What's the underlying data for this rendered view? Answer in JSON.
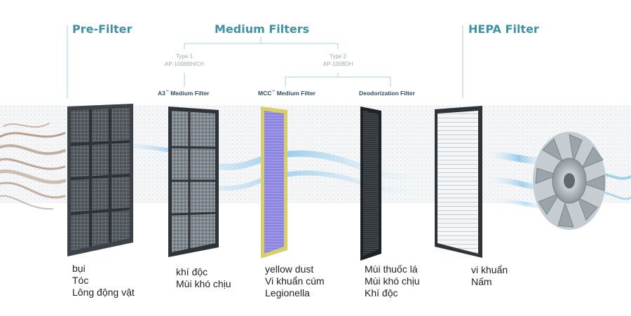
{
  "headers": {
    "pre_filter": "Pre-Filter",
    "medium_filters": "Medium Filters",
    "hepa_filter": "HEPA Filter"
  },
  "types": {
    "type1": {
      "label": "Type 1",
      "model": "AP-1008BH/CH"
    },
    "type2": {
      "label": "Type 2",
      "model": "AP-1008DH"
    }
  },
  "subfilters": {
    "a3": {
      "name": "A3",
      "tm": "™",
      "suffix": " Medium Filter"
    },
    "mcc": {
      "name": "MCC",
      "tm": "™",
      "suffix": " Medium Filter"
    },
    "deodorization": "Deodorization Filter"
  },
  "captions": {
    "pre_filter": [
      "bụi",
      "Tóc",
      "Lông động vật"
    ],
    "a3": [
      "khí độc",
      "Mùi khó chịu"
    ],
    "mcc": [
      "yellow dust",
      "Vi khuẩn cúm",
      "Legionella"
    ],
    "deodorization": [
      "Mùi thuốc lá",
      "Mùi khó chịu",
      "Khí độc"
    ],
    "hepa": [
      "vi khuẩn",
      "Nấm"
    ]
  },
  "colors": {
    "header_teal": "#3f91a8",
    "guide_line": "#a9cfd9",
    "filter_frame_dark": "#2e3338",
    "mcc_frame_yellow": "#d8cf6a",
    "mcc_media_purple": "#8c86e0",
    "airflow_blue": "#6fb8e6",
    "dust_brown": "#8a5a3c"
  }
}
